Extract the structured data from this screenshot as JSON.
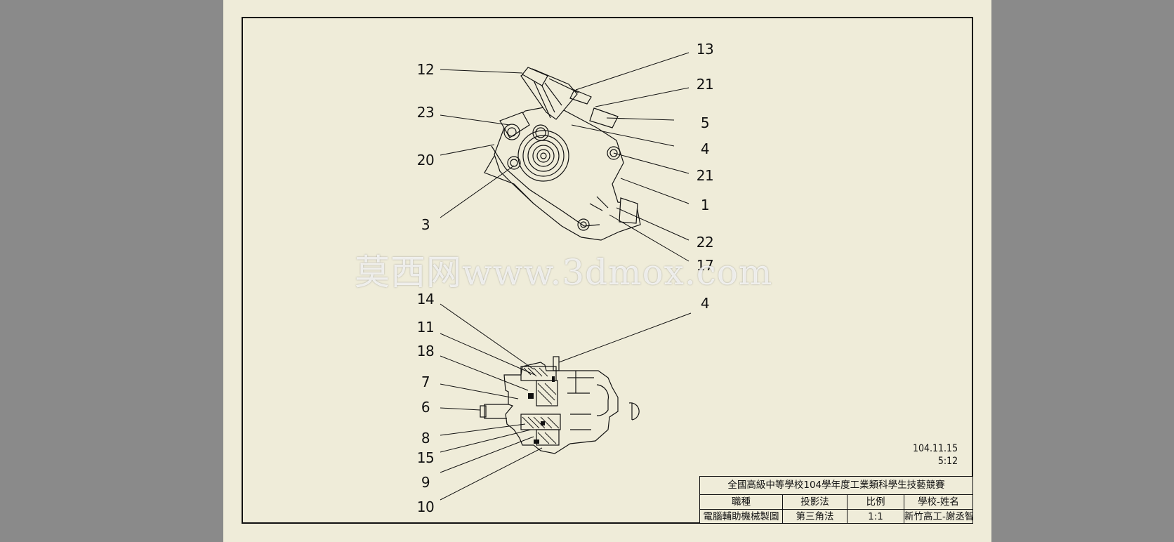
{
  "balloons": [
    "12",
    "13",
    "21",
    "23",
    "5",
    "4",
    "20",
    "21",
    "1",
    "3",
    "22",
    "17",
    "14",
    "4",
    "11",
    "18",
    "7",
    "6",
    "8",
    "15",
    "9",
    "10"
  ],
  "watermark": "莫西网www.3dmox.com",
  "date_block": {
    "date": "104.11.15",
    "time": "5:12"
  },
  "title_block": {
    "header": "全國高級中等學校104學年度工業類科學生技藝競賽",
    "row1": [
      "職種",
      "投影法",
      "比例",
      "學校-姓名"
    ],
    "row2": [
      "電腦輔助機械製圖",
      "第三角法",
      "1:1",
      "新竹高工-謝丞智"
    ]
  }
}
